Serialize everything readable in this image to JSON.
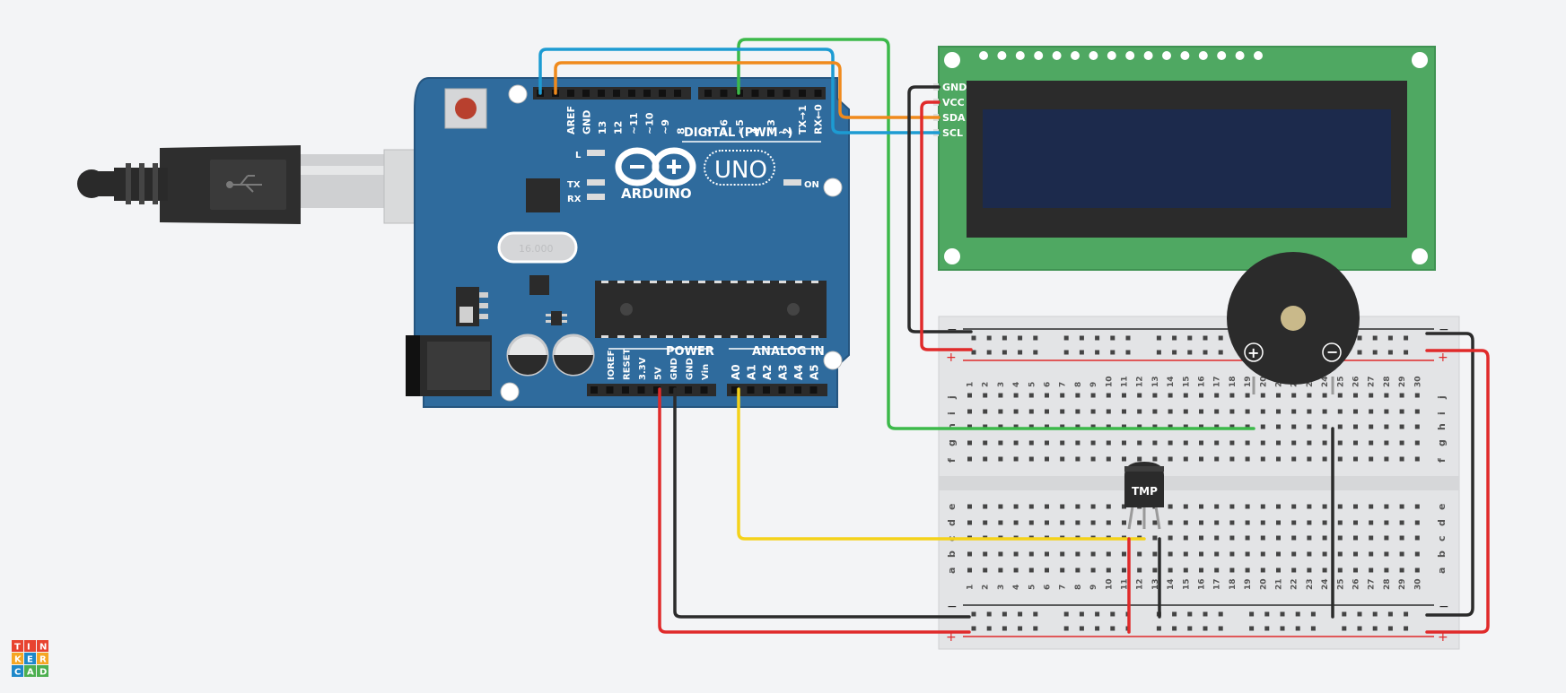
{
  "colors": {
    "background": "#f3f4f6",
    "board_blue": "#2f6b9d",
    "board_edge": "#25557f",
    "lcd_green": "#4fa862",
    "lcd_screen": "#1c2a4c",
    "breadboard": "#e3e4e6",
    "wire_red": "#e02a2a",
    "wire_black": "#2b2b2b",
    "wire_green": "#3cb94a",
    "wire_blue": "#1d9bd2",
    "wire_orange": "#f08a1c",
    "wire_yellow": "#f4d21a"
  },
  "arduino": {
    "brand": "ARDUINO",
    "model": "UNO",
    "digital_label": "DIGITAL (PWM~)",
    "power_label": "POWER",
    "analog_label": "ANALOG IN",
    "led_l": "L",
    "led_tx": "TX",
    "led_rx": "RX",
    "led_on": "ON",
    "crystal": "16.000",
    "top_pins_left": [
      "AREF",
      "GND",
      "13",
      "12",
      "~11",
      "~10",
      "~9",
      "8"
    ],
    "top_pins_right": [
      "7",
      "~6",
      "~5",
      "4",
      "~3",
      "2",
      "TX→1",
      "RX←0"
    ],
    "power_pins": [
      "IOREF",
      "RESET",
      "3.3V",
      "5V",
      "GND",
      "GND",
      "Vin"
    ],
    "analog_pins": [
      "A0",
      "A1",
      "A2",
      "A3",
      "A4",
      "A5"
    ]
  },
  "lcd": {
    "pins": [
      "GND",
      "VCC",
      "SDA",
      "SCL"
    ]
  },
  "sensor": {
    "label": "TMP"
  },
  "buzzer": {
    "plus": "+",
    "minus": "−"
  },
  "breadboard": {
    "row_letters_top": [
      "j",
      "i",
      "h",
      "g",
      "f"
    ],
    "row_letters_bottom": [
      "e",
      "d",
      "c",
      "b",
      "a"
    ],
    "columns": [
      "1",
      "2",
      "3",
      "4",
      "5",
      "6",
      "7",
      "8",
      "9",
      "10",
      "11",
      "12",
      "13",
      "14",
      "15",
      "16",
      "17",
      "18",
      "19",
      "20",
      "21",
      "22",
      "23",
      "24",
      "25",
      "26",
      "27",
      "28",
      "29",
      "30"
    ],
    "rail_minus": "−",
    "rail_plus": "+"
  },
  "logo": {
    "letters": [
      "T",
      "I",
      "N",
      "K",
      "E",
      "R",
      "C",
      "A",
      "D"
    ]
  }
}
